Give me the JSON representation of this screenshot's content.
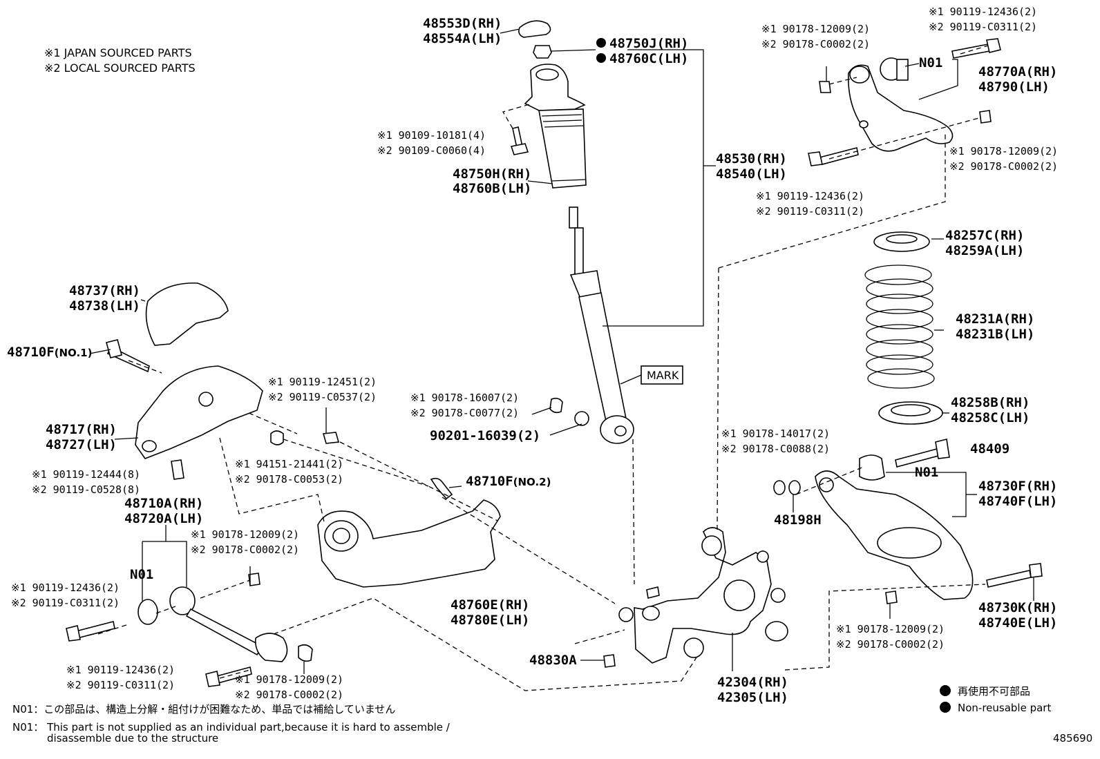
{
  "header_notes": [
    "※1 JAPAN SOURCED PARTS",
    "※2 LOCAL SOURCED PARTS"
  ],
  "legend": {
    "jp": "再使用不可部品",
    "en": "Non-reusable part"
  },
  "footnotes": {
    "jp": "N01：この部品は、構造上分解・組付けが困難なため、単品では補給していません",
    "en1": "N01： This part is not supplied as an individual part,because it is hard to assemble /",
    "en2": "disassemble due to the structure"
  },
  "figure_id": "485690",
  "callouts": {
    "c1": {
      "a": "48553D(RH)",
      "b": "48554A(LH)"
    },
    "c2": {
      "a": "48750J(RH)",
      "b": "48760C(LH)"
    },
    "c3": {
      "a": "※1 90109-10181(4)",
      "b": "※2 90109-C0060(4)"
    },
    "c4": {
      "a": "48750H(RH)",
      "b": "48760B(LH)"
    },
    "c5": {
      "a": "48530(RH)",
      "b": "48540(LH)"
    },
    "c6": {
      "a": "※1 90178-12009(2)",
      "b": "※2 90178-C0002(2)"
    },
    "c7": {
      "a": "※1 90119-12436(2)",
      "b": "※2 90119-C0311(2)"
    },
    "c8": "N01",
    "c9": {
      "a": "48770A(RH)",
      "b": "48790(LH)"
    },
    "c10": {
      "a": "※1 90178-12009(2)",
      "b": "※2 90178-C0002(2)"
    },
    "c11": {
      "a": "※1 90119-12436(2)",
      "b": "※2 90119-C0311(2)"
    },
    "c12": {
      "a": "48257C(RH)",
      "b": "48259A(LH)"
    },
    "c13": {
      "a": "48231A(RH)",
      "b": "48231B(LH)"
    },
    "c14": {
      "a": "48258B(RH)",
      "b": "48258C(LH)"
    },
    "c15": {
      "a": "48737(RH)",
      "b": "48738(LH)"
    },
    "c16": {
      "pn": "48710F",
      "note": "(NO.1)"
    },
    "c17": {
      "a": "48717(RH)",
      "b": "48727(LH)"
    },
    "c18": {
      "a": "※1 90119-12451(2)",
      "b": "※2 90119-C0537(2)"
    },
    "c19": {
      "a": "※1 90178-16007(2)",
      "b": "※2 90178-C0077(2)"
    },
    "c20": "90201-16039(2)",
    "c21": "MARK",
    "c22": {
      "a": "※1 94151-21441(2)",
      "b": "※2 90178-C0053(2)"
    },
    "c23": {
      "a": "※1 90119-12444(8)",
      "b": "※2 90119-C0528(8)"
    },
    "c24": {
      "pn": "48710F",
      "note": "(NO.2)"
    },
    "c25": {
      "a": "48710A(RH)",
      "b": "48720A(LH)"
    },
    "c26": {
      "a": "※1 90178-12009(2)",
      "b": "※2 90178-C0002(2)"
    },
    "c27": "N01",
    "c28": {
      "a": "※1 90119-12436(2)",
      "b": "※2 90119-C0311(2)"
    },
    "c29": {
      "a": "48760E(RH)",
      "b": "48780E(LH)"
    },
    "c30": {
      "a": "※1 90178-14017(2)",
      "b": "※2 90178-C0088(2)"
    },
    "c31": "48409",
    "c32": "N01",
    "c33": {
      "a": "48730F(RH)",
      "b": "48740F(LH)"
    },
    "c34": "48198H",
    "c35": {
      "a": "48730K(RH)",
      "b": "48740E(LH)"
    },
    "c36": "48830A",
    "c37": {
      "a": "※1 90119-12436(2)",
      "b": "※2 90119-C0311(2)"
    },
    "c38": {
      "a": "※1 90178-12009(2)",
      "b": "※2 90178-C0002(2)"
    },
    "c39": {
      "a": "42304(RH)",
      "b": "42305(LH)"
    },
    "c40": {
      "a": "※1 90178-12009(2)",
      "b": "※2 90178-C0002(2)"
    }
  }
}
